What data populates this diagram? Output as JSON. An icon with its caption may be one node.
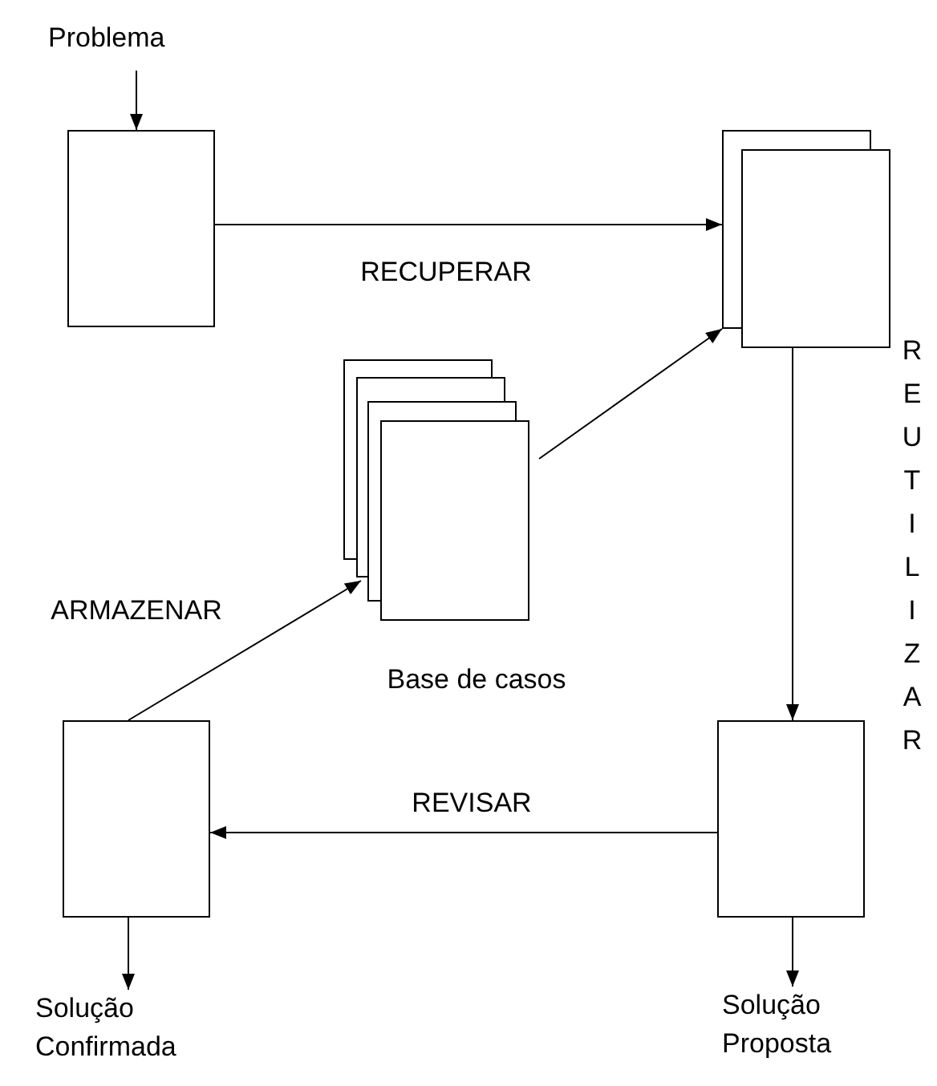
{
  "diagram": {
    "nodes": [
      {
        "text": [
          "Problema"
        ]
      },
      {
        "text": [],
        "shape": "box"
      },
      {
        "text": [],
        "shape": "box"
      },
      {
        "text": [],
        "shape": "box",
        "beside": [
          "Base de casos"
        ]
      },
      {
        "text": [],
        "shape": "box"
      },
      {
        "text": [],
        "shape": "box"
      },
      {
        "text": [
          "Solução Confirmada"
        ]
      },
      {
        "text": [
          "Solução Proposta"
        ]
      }
    ],
    "edges": [
      {
        "from": 0,
        "to": 1,
        "arrow": "to"
      },
      {
        "from": 1,
        "to": 2,
        "arrow": "to",
        "label": "RECUPERAR"
      },
      {
        "from": 3,
        "to": 2,
        "arrow": "to"
      },
      {
        "from": 2,
        "to": 5,
        "arrow": "to",
        "label": "REUTILIZAR"
      },
      {
        "from": 5,
        "to": 4,
        "arrow": "to",
        "label": "REVISAR"
      },
      {
        "from": 4,
        "to": 3,
        "arrow": "to",
        "label": "ARMAZENAR"
      },
      {
        "from": 4,
        "to": 6,
        "arrow": "to"
      },
      {
        "from": 5,
        "to": 7,
        "arrow": "to"
      }
    ]
  }
}
